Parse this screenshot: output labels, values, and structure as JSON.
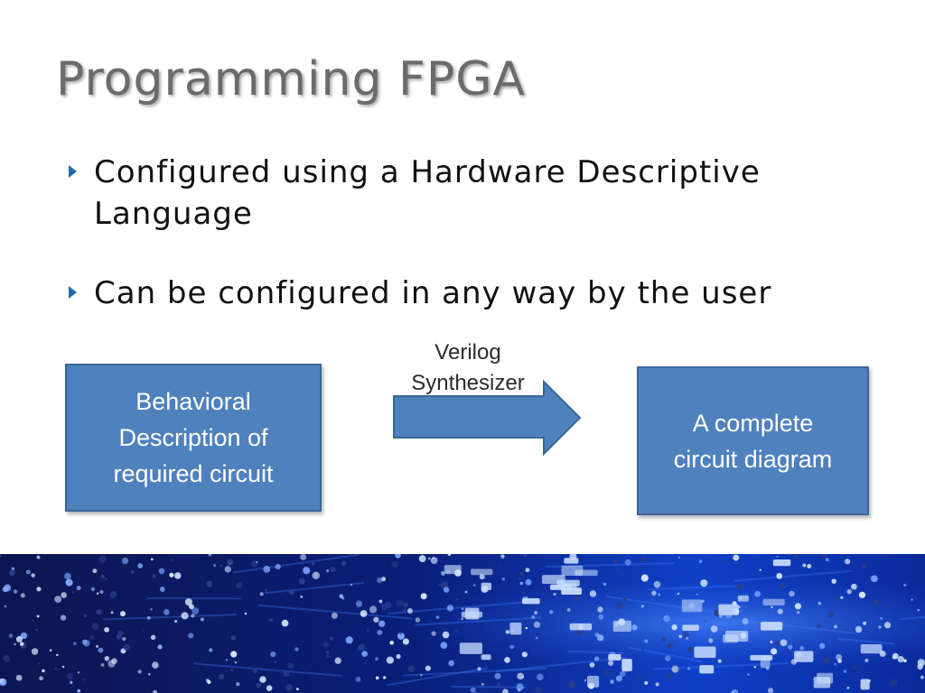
{
  "slide": {
    "title": "Programming FPGA",
    "bullets": [
      "Configured using a Hardware Descriptive Language",
      "Can be configured in any way by the user"
    ]
  },
  "diagram": {
    "left_box": "Behavioral\nDescription of\nrequired circuit",
    "arrow_label": "Verilog\nSynthesizer",
    "right_box": "A complete\ncircuit diagram"
  },
  "colors": {
    "box_fill": "#4f81bd",
    "bullet_marker": "#1f6bb0",
    "title": "#6b6b6b",
    "banner_base": "#0a1a6e"
  },
  "icons": {
    "bullet": "right-triangle-bullet-icon",
    "arrow": "right-arrow-icon",
    "banner": "circuit-board-image"
  }
}
